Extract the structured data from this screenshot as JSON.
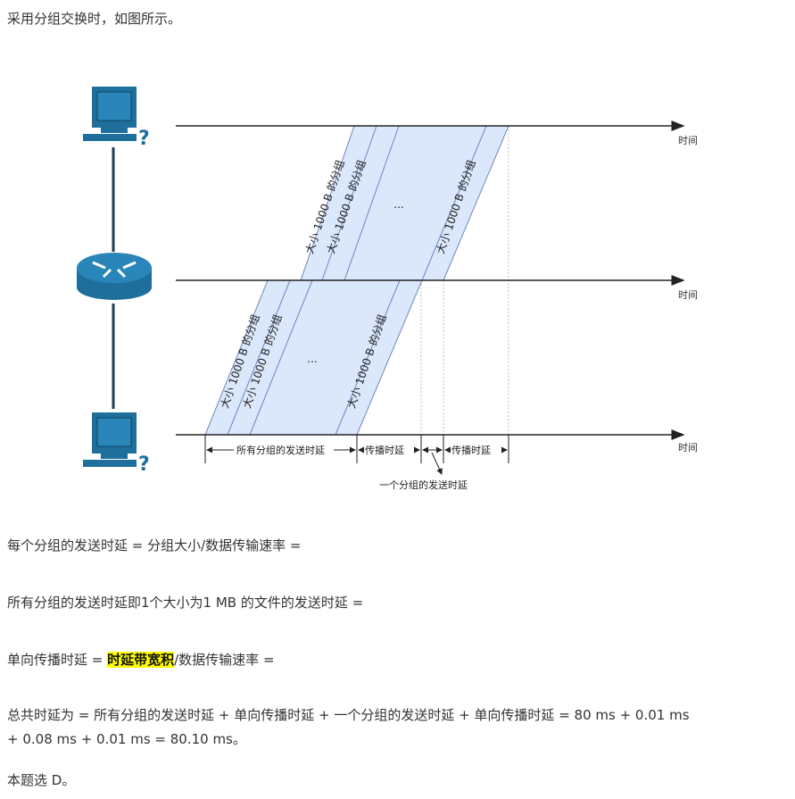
{
  "intro": "采用分组交换时，如图所示。",
  "diagram": {
    "time_label": "时间",
    "packet_label": "大小 1000 B 的分组",
    "ellipsis": "...",
    "all_tx_delay": "所有分组的发送时延",
    "prop_delay": "传播时延",
    "one_tx_delay": "一个分组的发送时延",
    "colors": {
      "band": "#dbe7fb",
      "band_line": "#6f86c2",
      "device": "#1f6f9c"
    }
  },
  "lines": {
    "l1": "每个分组的发送时延 = 分组大小/数据传输速率 =",
    "l2": "所有分组的发送时延即1个大小为1 MB 的文件的发送时延 =",
    "l3_pre": "单向传播时延 = ",
    "l3_hl": "时延带宽积",
    "l3_post": "/数据传输速率 =",
    "l4a": "总共时延为 = 所有分组的发送时延 + 单向传播时延 + 一个分组的发送时延 + 单向传播时延 = 80 ms + 0.01 ms",
    "l4b": "+ 0.08 ms + 0.01 ms = 80.10 ms。",
    "l5": "本题选 D。"
  }
}
